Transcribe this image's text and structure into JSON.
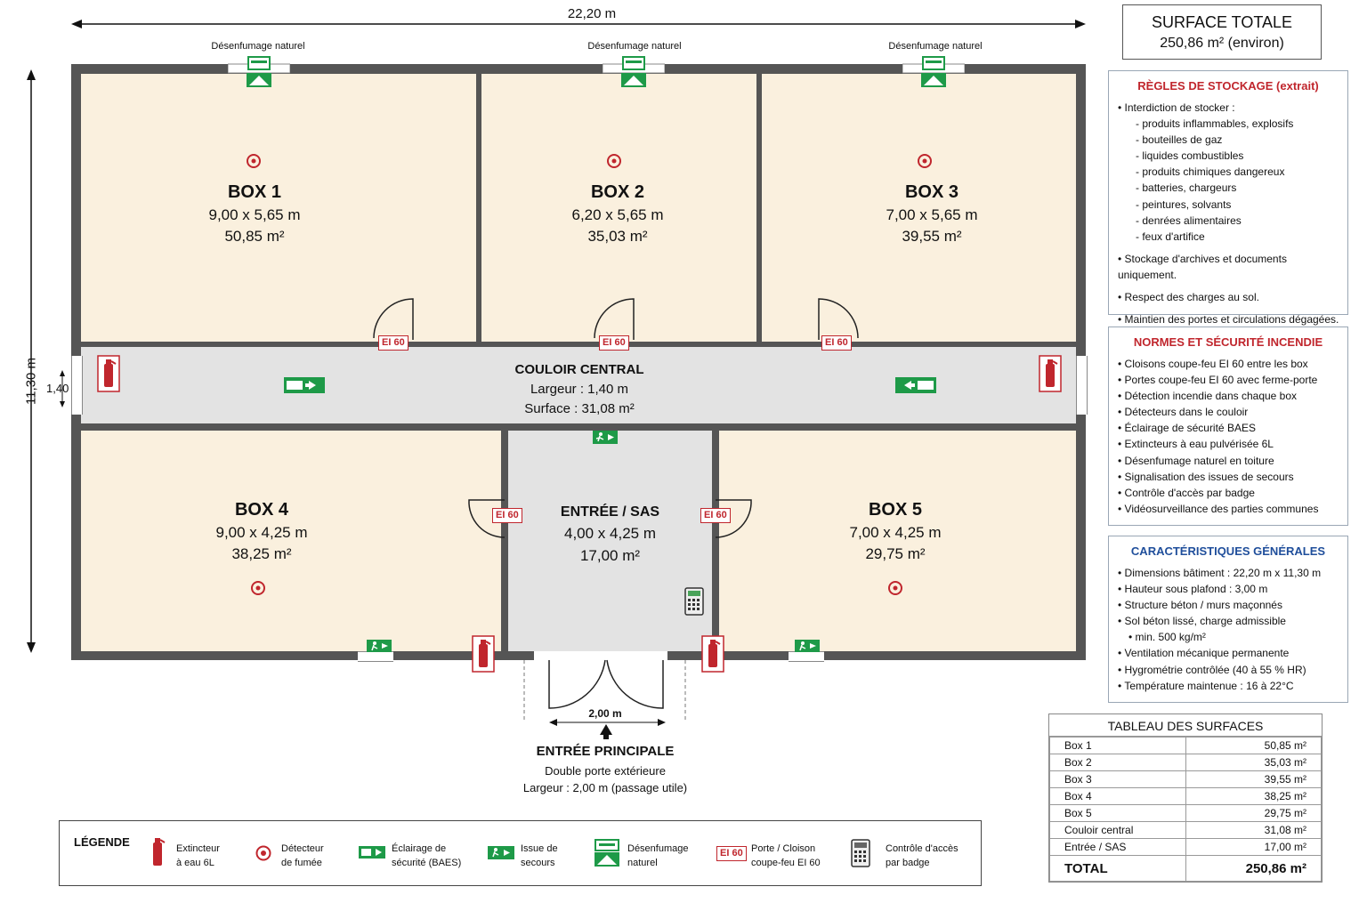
{
  "dimensions": {
    "width": "22,20 m",
    "height": "11,30 m",
    "corridor_width": "1,40 m",
    "entrance_width": "2,00 m"
  },
  "smoke_vent_label": "Désenfumage naturel",
  "rooms": [
    {
      "name": "BOX 1",
      "dims": "9,00 x 5,65 m",
      "area": "50,85 m²"
    },
    {
      "name": "BOX 2",
      "dims": "6,20 x 5,65 m",
      "area": "35,03 m²"
    },
    {
      "name": "BOX 3",
      "dims": "7,00 x 5,65 m",
      "area": "39,55 m²"
    },
    {
      "name": "BOX 4",
      "dims": "9,00 x 4,25 m",
      "area": "38,25 m²"
    },
    {
      "name": "BOX 5",
      "dims": "7,00 x 4,25 m",
      "area": "29,75 m²"
    }
  ],
  "corridor": {
    "title": "COULOIR CENTRAL",
    "width": "Largeur : 1,40 m",
    "area": "Surface : 31,08 m²"
  },
  "entry": {
    "title": "ENTRÉE / SAS",
    "dims": "4,00 x 4,25 m",
    "area": "17,00 m²"
  },
  "main_entrance": {
    "title": "ENTRÉE PRINCIPALE",
    "line1": "Double porte extérieure",
    "line2": "Largeur : 2,00 m (passage utile)"
  },
  "door_tag": "EI 60",
  "surface_total": {
    "title": "SURFACE TOTALE",
    "value": "250,86 m² (environ)"
  },
  "storage_rules": {
    "title": "RÈGLES DE STOCKAGE (extrait)",
    "intro": "Interdiction de stocker :",
    "forbidden": [
      "produits inflammables, explosifs",
      "bouteilles de gaz",
      "liquides combustibles",
      "produits chimiques dangereux",
      "batteries, chargeurs",
      "peintures, solvants",
      "denrées alimentaires",
      "feux d'artifice"
    ],
    "rules": [
      "Stockage d'archives et documents uniquement.",
      "Respect des charges au sol.",
      "Maintien des portes et circulations dégagées."
    ]
  },
  "fire_safety": {
    "title": "NORMES ET SÉCURITÉ INCENDIE",
    "items": [
      "Cloisons coupe-feu EI 60 entre les box",
      "Portes coupe-feu EI 60 avec ferme-porte",
      "Détection incendie dans chaque box",
      "Détecteurs dans le couloir",
      "Éclairage de sécurité BAES",
      "Extincteurs à eau pulvérisée 6L",
      "Désenfumage naturel en toiture",
      "Signalisation des issues de secours",
      "Contrôle d'accès par badge",
      "Vidéosurveillance des parties communes"
    ]
  },
  "general": {
    "title": "CARACTÉRISTIQUES GÉNÉRALES",
    "items": [
      "Dimensions bâtiment : 22,20 m x 11,30 m",
      "Hauteur sous plafond : 3,00 m",
      "Structure béton / murs maçonnés",
      "Sol béton lissé, charge admissible",
      "Ventilation mécanique permanente",
      "Hygrométrie contrôlée (40 à 55 % HR)",
      "Température maintenue : 16 à 22°C"
    ],
    "continuation": "min. 500 kg/m²"
  },
  "surface_table": {
    "title": "TABLEAU DES SURFACES",
    "rows": [
      [
        "Box 1",
        "50,85 m²"
      ],
      [
        "Box 2",
        "35,03 m²"
      ],
      [
        "Box 3",
        "39,55 m²"
      ],
      [
        "Box 4",
        "38,25 m²"
      ],
      [
        "Box 5",
        "29,75 m²"
      ],
      [
        "Couloir central",
        "31,08 m²"
      ],
      [
        "Entrée / SAS",
        "17,00 m²"
      ]
    ],
    "total_label": "TOTAL",
    "total_value": "250,86 m²"
  },
  "legend": {
    "title": "LÉGENDE",
    "extinguisher": [
      "Extincteur",
      "à eau 6L"
    ],
    "smoke_detector": [
      "Détecteur",
      "de fumée"
    ],
    "baes": [
      "Éclairage de",
      "sécurité (BAES)"
    ],
    "exit": [
      "Issue de",
      "secours"
    ],
    "vent": [
      "Désenfumage",
      "naturel"
    ],
    "fire_door": [
      "Porte / Cloison",
      "coupe-feu EI 60"
    ],
    "access": [
      "Contrôle d'accès",
      "par badge"
    ]
  },
  "colors": {
    "room": "#faf0de",
    "corridor": "#e3e3e3",
    "wall": "#555555",
    "safety_red": "#c0262d",
    "safety_green": "#1e9a48",
    "panel_red": "#c0262d",
    "panel_blue": "#1f4e9b"
  }
}
